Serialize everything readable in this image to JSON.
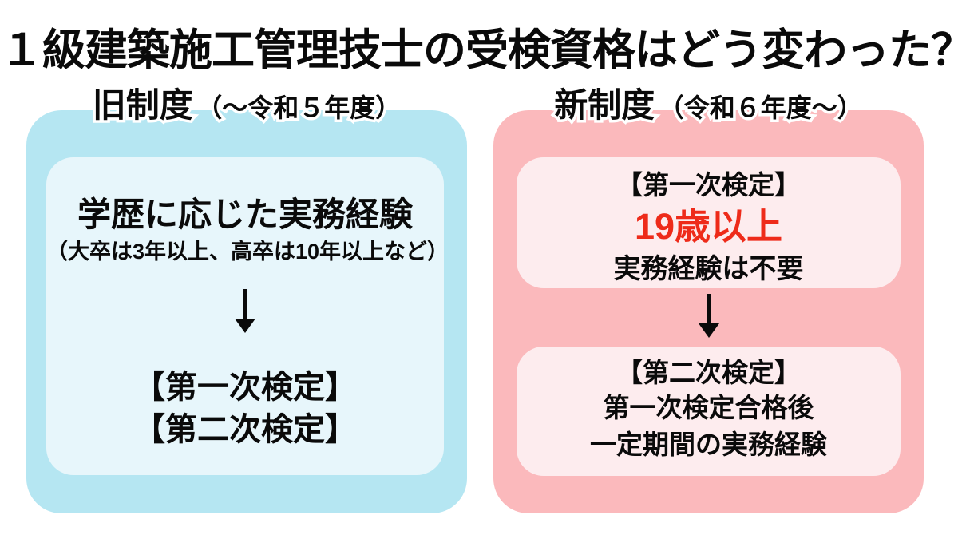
{
  "title": "１級建築施工管理技士の受検資格はどう変わった？",
  "colors": {
    "old_panel_bg": "#b5e6f2",
    "old_inner_bg": "#e7f6fb",
    "new_panel_bg": "#fbb9bc",
    "new_inner_bg": "#fdecee",
    "highlight_red": "#ee2b1a",
    "text_black": "#0a0a0a",
    "page_bg": "#ffffff"
  },
  "old_system": {
    "heading": "旧制度",
    "heading_note": "（～令和５年度）",
    "requirement": "学歴に応じた実務経験",
    "requirement_note": "（大卒は3年以上、高卒は10年以上など）",
    "steps": [
      "【第一次検定】",
      "【第二次検定】"
    ]
  },
  "new_system": {
    "heading": "新制度",
    "heading_note": "（令和６年度～）",
    "first_exam_title": "【第一次検定】",
    "first_exam_age": "19歳以上",
    "first_exam_note": "実務経験は不要",
    "second_exam_title": "【第二次検定】",
    "second_exam_line1": "第一次検定合格後",
    "second_exam_line2": "一定期間の実務経験"
  }
}
